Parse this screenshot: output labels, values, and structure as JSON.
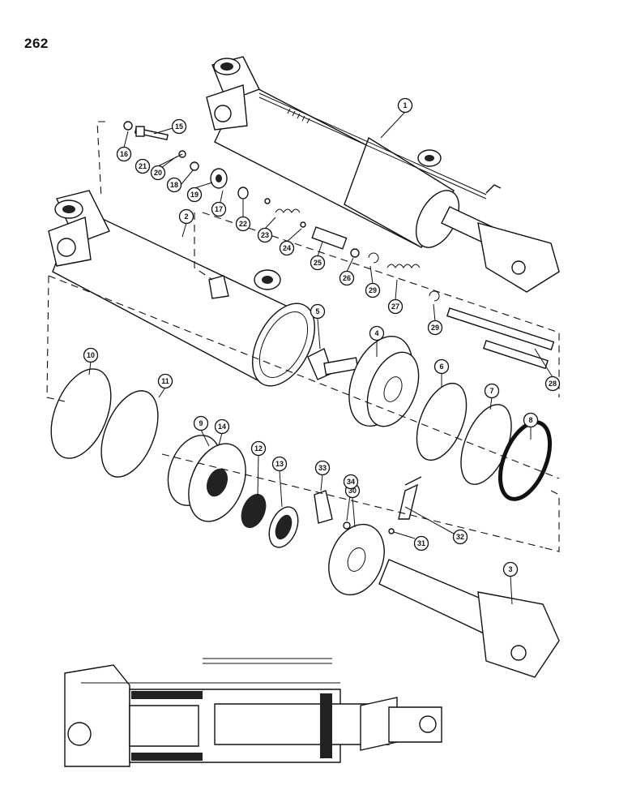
{
  "page_number": "262",
  "callouts": [
    "1",
    "2",
    "3",
    "4",
    "5",
    "6",
    "7",
    "8",
    "9",
    "10",
    "11",
    "12",
    "13",
    "14",
    "15",
    "16",
    "17",
    "18",
    "19",
    "20",
    "21",
    "22",
    "23",
    "24",
    "25",
    "26",
    "27",
    "28",
    "29",
    "29",
    "30",
    "31",
    "32",
    "33",
    "34"
  ]
}
